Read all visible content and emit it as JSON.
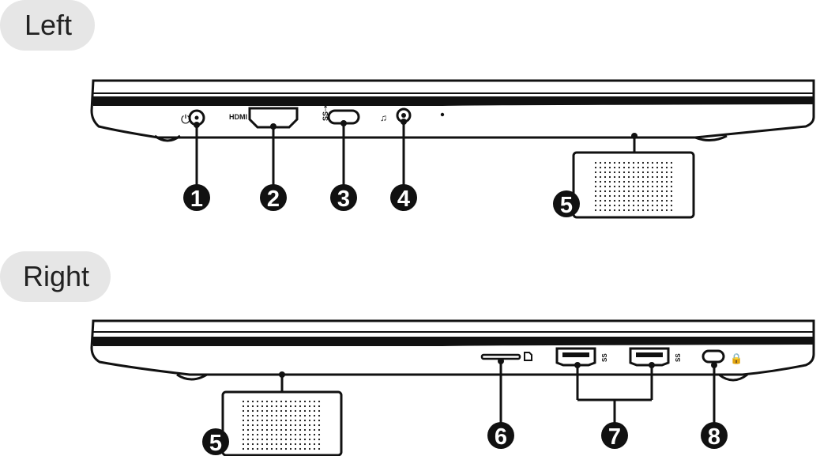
{
  "sections": {
    "left_title": "Left",
    "right_title": "Right"
  },
  "port_labels": {
    "hdmi": "HDMI",
    "ss": "SS"
  },
  "callouts_left": [
    "1",
    "2",
    "3",
    "4",
    "5"
  ],
  "callouts_right": [
    "5",
    "6",
    "7",
    "8"
  ],
  "colors": {
    "ink": "#111111",
    "pill_bg": "#e6e6e6",
    "background": "#ffffff"
  }
}
